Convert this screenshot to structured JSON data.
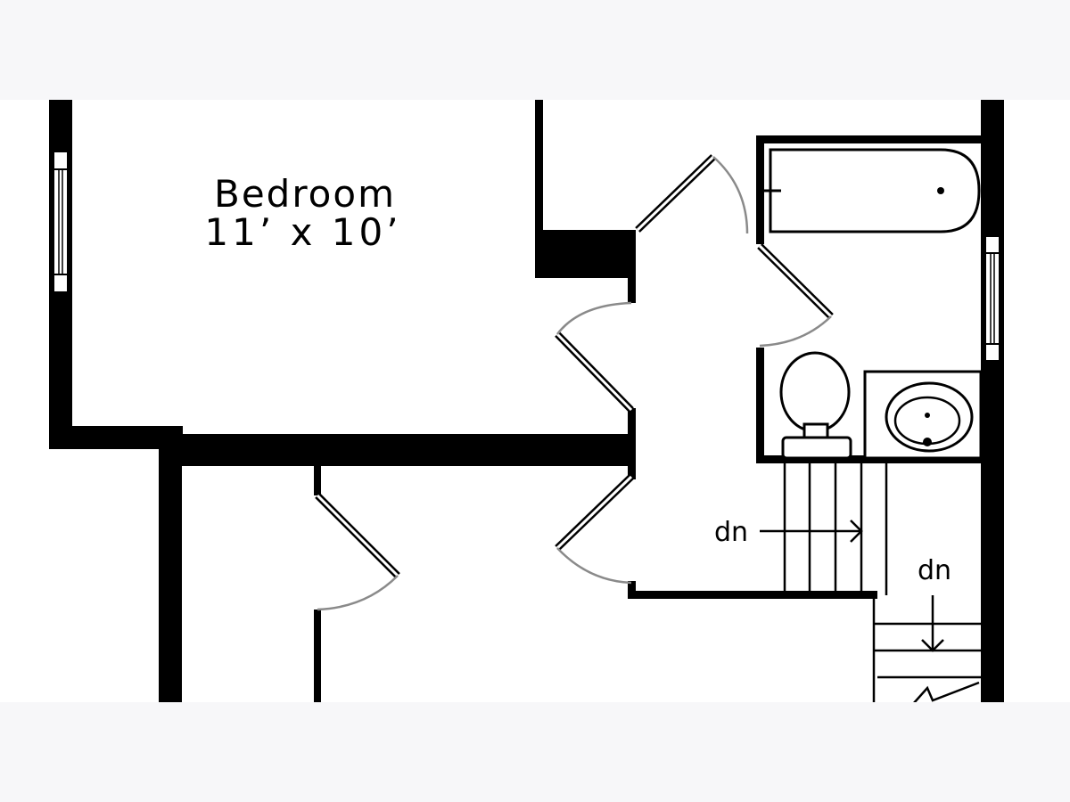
{
  "colors": {
    "band": "#f7f7f9",
    "paper": "#ffffff",
    "wall": "#000000",
    "swing": "#8a8a8a"
  },
  "rooms": [
    {
      "name": "Bedroom",
      "size": "11’ x 10’"
    }
  ],
  "stairs": [
    {
      "label": "dn"
    },
    {
      "label": "dn"
    }
  ]
}
